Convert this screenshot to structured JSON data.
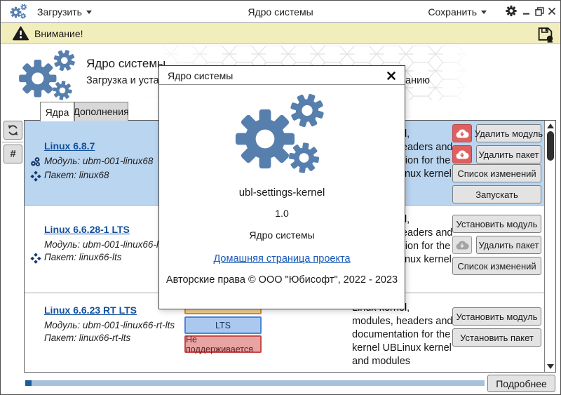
{
  "titlebar": {
    "load_label": "Загрузить",
    "title": "Ядро системы",
    "save_label": "Сохранить"
  },
  "warning_bar": {
    "label": "Внимание!"
  },
  "header": {
    "title": "Ядро системы",
    "subtitle_left": "Загрузка и уста",
    "subtitle_right": "анию"
  },
  "tabs": [
    {
      "id": "kernels",
      "label": "Ядра",
      "active": true
    },
    {
      "id": "addons",
      "label": "Дополнения",
      "active": false
    }
  ],
  "sidebar": {
    "hash_label": "#"
  },
  "kernel_list": [
    {
      "title": "Linux 6.8.7",
      "module_label": "Модуль:",
      "module_value": "ubm-001-linux68",
      "package_label": "Пакет:",
      "package_value": "linux68",
      "module_icon": true,
      "package_icon": true,
      "selected": true,
      "description": "Linux kernel,\nmodules, headers and\ndocumentation for the\nkernel UBLinux kernel",
      "badges": [],
      "actions": [
        {
          "icon": "cloud-download-red",
          "label": "Удалить модуль"
        },
        {
          "icon": "cloud-download-red",
          "label": "Удалить пакет"
        },
        {
          "label": "Список изменений"
        },
        {
          "label": "Запускать"
        }
      ]
    },
    {
      "title": "Linux 6.6.28-1 LTS",
      "module_label": "Модуль:",
      "module_value": "ubm-001-linux66-lts",
      "package_label": "Пакет:",
      "package_value": "linux66-lts",
      "module_icon": false,
      "package_icon": true,
      "selected": false,
      "description": "Linux kernel,\nmodules, headers and\ndocumentation for the\nkernel UBLinux kernel",
      "badges": [],
      "actions": [
        {
          "label": "Установить модуль"
        },
        {
          "icon": "cloud-download-gray",
          "label": "Удалить пакет"
        },
        {
          "label": "Список изменений"
        }
      ]
    },
    {
      "title": "Linux 6.6.23 RT LTS",
      "module_label": "Модуль:",
      "module_value": "ubm-001-linux66-rt-lts",
      "package_label": "Пакет:",
      "package_value": "linux66-rt-lts",
      "module_icon": false,
      "package_icon": false,
      "selected": false,
      "description": "Linux kernel,\nmodules, headers and\ndocumentation for the\nkernel UBLinux kernel\nand modules",
      "badges": [
        {
          "type": "rt",
          "label": ""
        },
        {
          "type": "lts",
          "label": "LTS"
        },
        {
          "type": "unsupported",
          "label": "Не поддерживается"
        }
      ],
      "actions": [
        {
          "label": "Установить модуль"
        },
        {
          "label": "Установить пакет"
        }
      ]
    }
  ],
  "about_dialog": {
    "title": "Ядро системы",
    "app_name": "ubl-settings-kernel",
    "version": "1.0",
    "description": "Ядро системы",
    "homepage_link": "Домашняя страница проекта",
    "copyright": "Авторские права © ООО \"Юбисофт\", 2022 - 2023"
  },
  "footer": {
    "details_label": "Подробнее"
  },
  "icons": {
    "app": "gears-icon",
    "load_menu": "caret-down-icon",
    "save_menu": "caret-down-icon",
    "settings": "gear-icon",
    "minimize": "minimize-icon",
    "maximize": "restore-icon",
    "close": "close-icon",
    "warning": "warning-triangle-icon",
    "warning_save": "floppy-save-icon",
    "refresh": "refresh-icon",
    "hash": "hash-icon",
    "module": "modules-icon",
    "package": "package-icon",
    "delete_action": "cloud-download-red-icon",
    "inactive_download": "cloud-download-gray-icon",
    "dialog_logo": "gears-icon",
    "dialog_close": "close-icon",
    "scroll_up": "arrow-up-icon",
    "scroll_down": "arrow-down-icon"
  },
  "colors": {
    "accent_blue": "#567fae",
    "selection": "#bad5f0",
    "warning_bg": "#f1eebc",
    "link": "#1758b8",
    "danger_button": "#df6060",
    "lts_badge_bg": "#abc9ef",
    "lts_badge_border": "#4a86d8",
    "unsupported_bg": "#e8a3a3",
    "unsupported_border": "#c64a4a",
    "rt_badge_bg": "#f3cf92",
    "rt_badge_border": "#d98e2b",
    "progress_track": "#a9c0dd",
    "progress_value": "#1e5b9d",
    "icon_navy": "#16386e"
  }
}
